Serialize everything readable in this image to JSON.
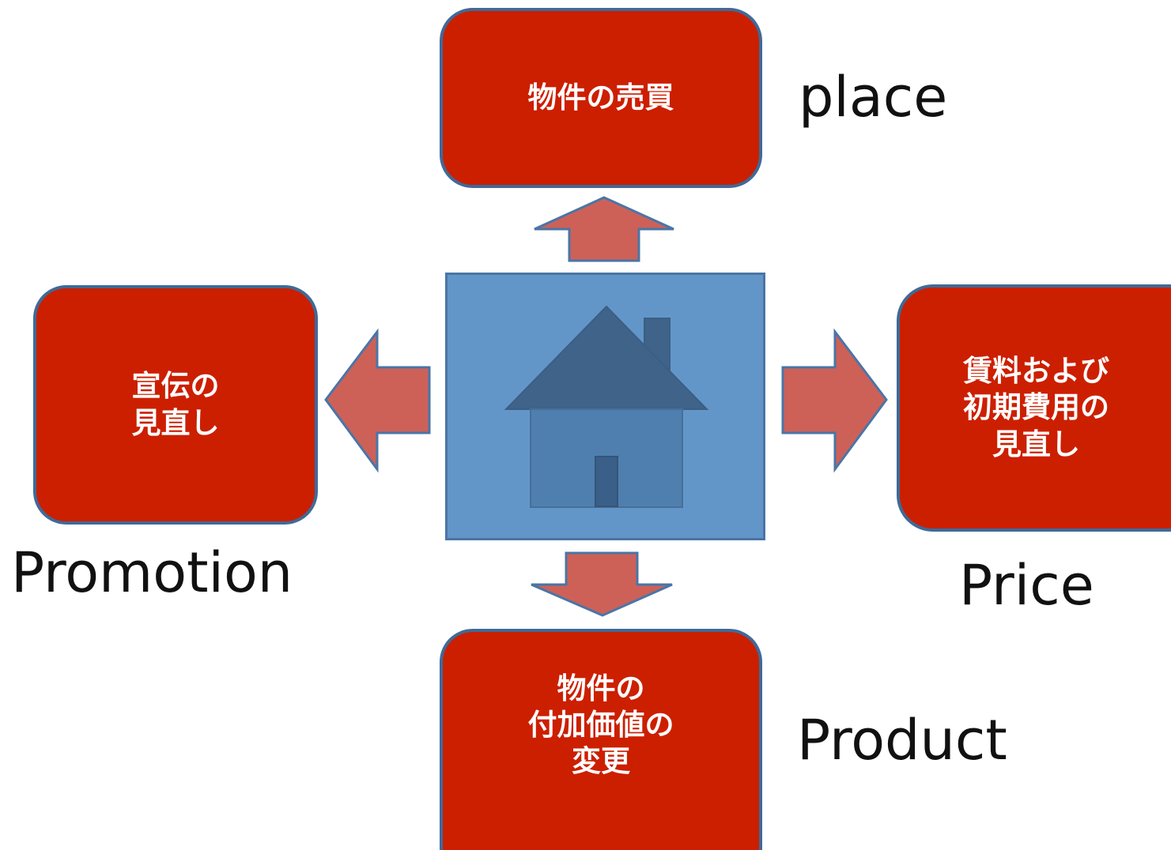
{
  "center": {
    "icon": "house-icon",
    "color": "#6396c8"
  },
  "boxes": {
    "top": {
      "lines": [
        "物件の売買"
      ]
    },
    "left": {
      "lines": [
        "宣伝の",
        "見直し"
      ]
    },
    "right": {
      "lines": [
        "賃料および",
        "初期費用の",
        "見直し"
      ]
    },
    "bottom": {
      "lines": [
        "物件の",
        "付加価値の",
        "変更"
      ]
    }
  },
  "labels": {
    "top": "place",
    "left": "Promotion",
    "right": "Price",
    "bottom": "Product"
  },
  "colors": {
    "box_fill": "#cc1f00",
    "box_border": "#3f6a98",
    "arrow_fill": "#cd6158",
    "arrow_border": "#4a75a6"
  }
}
